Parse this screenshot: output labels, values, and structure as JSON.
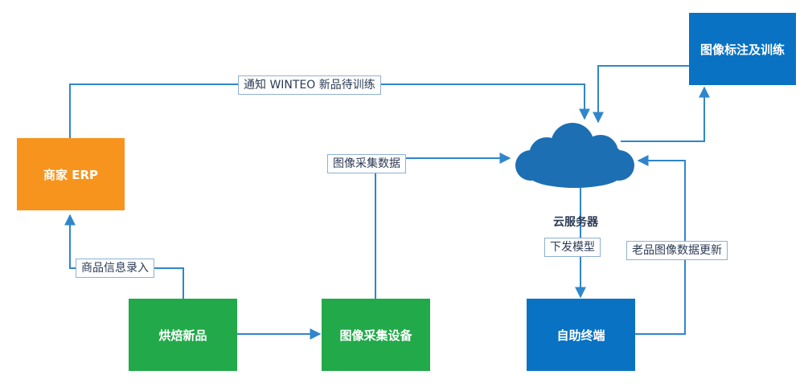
{
  "colors": {
    "orange": "#f7941d",
    "green": "#22a94a",
    "blue": "#0a72c3",
    "cloud": "#1d6fb3",
    "line": "#2f86cc"
  },
  "nodes": {
    "erp": "商家 ERP",
    "bake": "烘焙新品",
    "capture": "图像采集设备",
    "terminal": "自助终端",
    "annotate": "图像标注及训练",
    "cloud": "云服务器"
  },
  "edges": {
    "notify": "通知 WINTEO 新品待训练",
    "product_entry": "商品信息录入",
    "image_data": "图像采集数据",
    "deploy_model": "下发模型",
    "update_data": "老品图像数据更新"
  }
}
